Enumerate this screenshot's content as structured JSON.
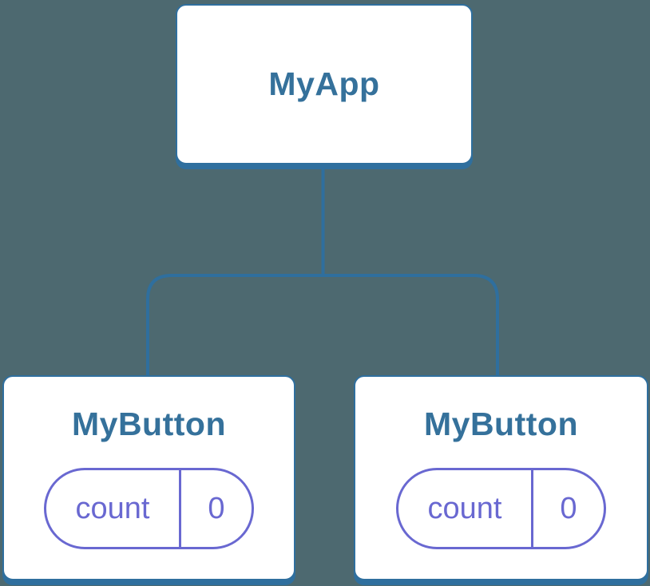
{
  "colors": {
    "background": "#4d6970",
    "node_fill": "#ffffff",
    "accent_blue": "#2f6f9e",
    "text_blue": "#35719b",
    "accent_purple": "#6968d1"
  },
  "tree": {
    "root": {
      "label": "MyApp"
    },
    "children": [
      {
        "label": "MyButton",
        "state": {
          "name": "count",
          "value": "0"
        }
      },
      {
        "label": "MyButton",
        "state": {
          "name": "count",
          "value": "0"
        }
      }
    ]
  }
}
